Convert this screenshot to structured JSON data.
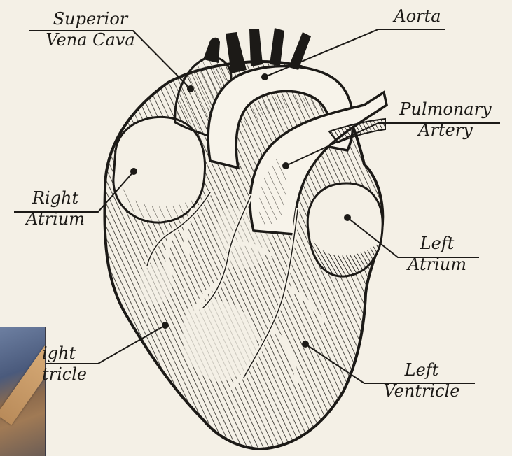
{
  "labels": {
    "superior_vena_cava": {
      "line1": "Superior",
      "line2": "Vena Cava"
    },
    "aorta": "Aorta",
    "pulmonary_artery": {
      "line1": "Pulmonary",
      "line2": "Artery"
    },
    "right_atrium": {
      "line1": "Right",
      "line2": "Atrium"
    },
    "left_atrium": {
      "line1": "Left",
      "line2": "Atrium"
    },
    "right_ventricle": {
      "line1": "ight",
      "line2": "tricle"
    },
    "left_ventricle": {
      "line1": "Left",
      "line2": "Ventricle"
    }
  },
  "colors": {
    "paper": "#f4f0e6",
    "ink": "#1c1a17"
  }
}
